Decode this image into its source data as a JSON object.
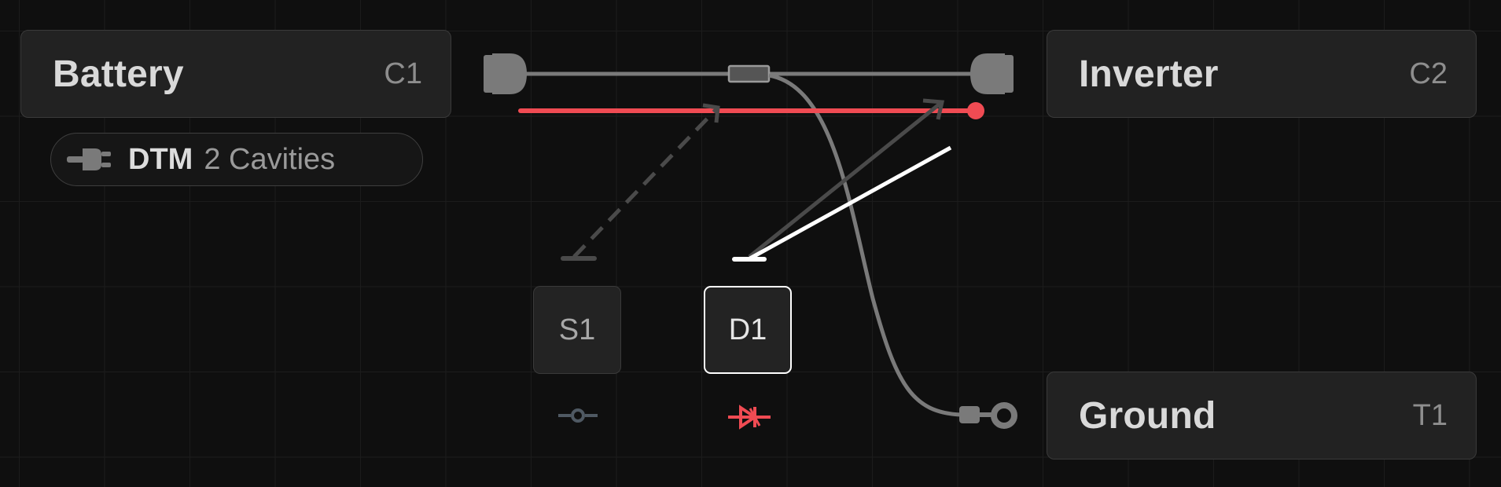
{
  "nodes": {
    "battery": {
      "title": "Battery",
      "ref": "C1"
    },
    "inverter": {
      "title": "Inverter",
      "ref": "C2"
    },
    "ground": {
      "title": "Ground",
      "ref": "T1"
    }
  },
  "connector_pill": {
    "type": "DTM",
    "cavities": "2 Cavities",
    "icon": "plug-icon"
  },
  "components": [
    {
      "ref": "S1",
      "kind": "switch",
      "icon": "switch-icon"
    },
    {
      "ref": "D1",
      "kind": "diode",
      "icon": "diode-icon",
      "selected": true
    }
  ],
  "colors": {
    "background": "#0f0f0f",
    "wire_default": "#7a7a7a",
    "wire_highlight": "#f04b53",
    "selection": "#ffffff",
    "node_fill": "#222222"
  }
}
